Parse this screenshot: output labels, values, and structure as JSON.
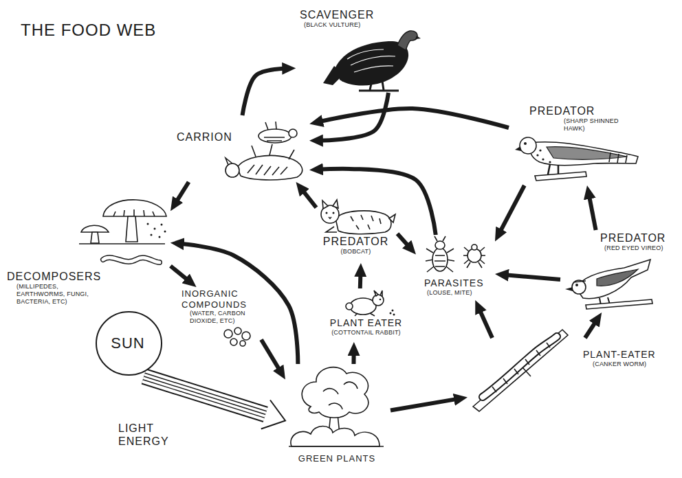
{
  "diagram": {
    "title": "THE FOOD WEB",
    "nodes": [
      {
        "text": [
          "SCAVENGER",
          "(BLACK VULTURE)"
        ]
      },
      {
        "text": [
          "PREDATOR",
          "(SHARP SHINNED HAWK)"
        ]
      },
      {
        "text": [
          "CARRION"
        ]
      },
      {
        "text": [
          "PREDATOR",
          "(BOBCAT)"
        ]
      },
      {
        "text": [
          "PREDATOR",
          "(RED EYED VIREO)"
        ]
      },
      {
        "text": [
          "DECOMPOSERS",
          "(MILLIPEDES, EARTHWORMS, FUNGI, BACTERIA, ETC)"
        ]
      },
      {
        "text": [
          "PARASITES",
          "(LOUSE, MITE)"
        ]
      },
      {
        "text": [
          "INORGANIC COMPOUNDS",
          "(WATER, CARBON DIOXIDE, ETC)"
        ]
      },
      {
        "text": [
          "PLANT EATER",
          "(COTTONTAIL RABBIT)"
        ]
      },
      {
        "text": [
          "PLANT-EATER",
          "(CANKER WORM)"
        ]
      },
      {
        "text": [
          "SUN"
        ]
      },
      {
        "text": [
          "GREEN PLANTS"
        ]
      }
    ],
    "edges": [
      {
        "from": 2,
        "to": 0,
        "arrow": "to"
      },
      {
        "from": 0,
        "to": 2,
        "arrow": "to"
      },
      {
        "from": 1,
        "to": 2,
        "arrow": "to"
      },
      {
        "from": 3,
        "to": 2,
        "arrow": "to"
      },
      {
        "from": 6,
        "to": 2,
        "arrow": "to"
      },
      {
        "from": 2,
        "to": 5,
        "arrow": "to"
      },
      {
        "from": 3,
        "to": 6,
        "arrow": "to"
      },
      {
        "from": 1,
        "to": 6,
        "arrow": "to"
      },
      {
        "from": 4,
        "to": 1,
        "arrow": "to"
      },
      {
        "from": 4,
        "to": 6,
        "arrow": "to"
      },
      {
        "from": 9,
        "to": 4,
        "arrow": "to"
      },
      {
        "from": 9,
        "to": 6,
        "arrow": "to"
      },
      {
        "from": 8,
        "to": 3,
        "arrow": "to"
      },
      {
        "from": 11,
        "to": 8,
        "arrow": "to"
      },
      {
        "from": 11,
        "to": 9,
        "arrow": "to"
      },
      {
        "from": 11,
        "to": 5,
        "arrow": "to"
      },
      {
        "from": 5,
        "to": 7,
        "arrow": "to"
      },
      {
        "from": 7,
        "to": 11,
        "arrow": "to"
      },
      {
        "from": 10,
        "to": 11,
        "arrow": "to"
      }
    ],
    "labels": [
      "LIGHT ENERGY"
    ]
  }
}
